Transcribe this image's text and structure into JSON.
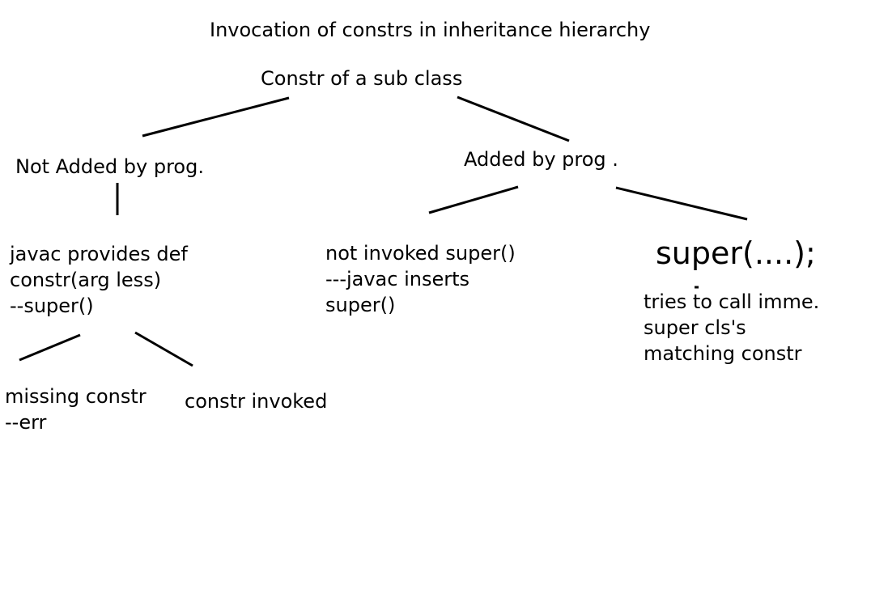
{
  "title": "Invocation of constrs in inheritance hierarchy",
  "nodes": {
    "root": "Constr of a sub class",
    "not_added": "Not Added by prog.",
    "added": "Added by prog .",
    "javac_default": {
      "line1": "javac provides def",
      "line2": "constr(arg less)",
      "line3": "--super()"
    },
    "not_invoked": {
      "line1": "not invoked super()",
      "line2": "---javac inserts",
      "line3": "super()"
    },
    "super_call": "super(....);",
    "tries_call": {
      "line1": "tries to call imme.",
      "line2": "super cls's",
      "line3": "matching constr"
    },
    "missing": {
      "line1": "missing constr",
      "line2": "--err"
    },
    "invoked": "constr invoked"
  }
}
